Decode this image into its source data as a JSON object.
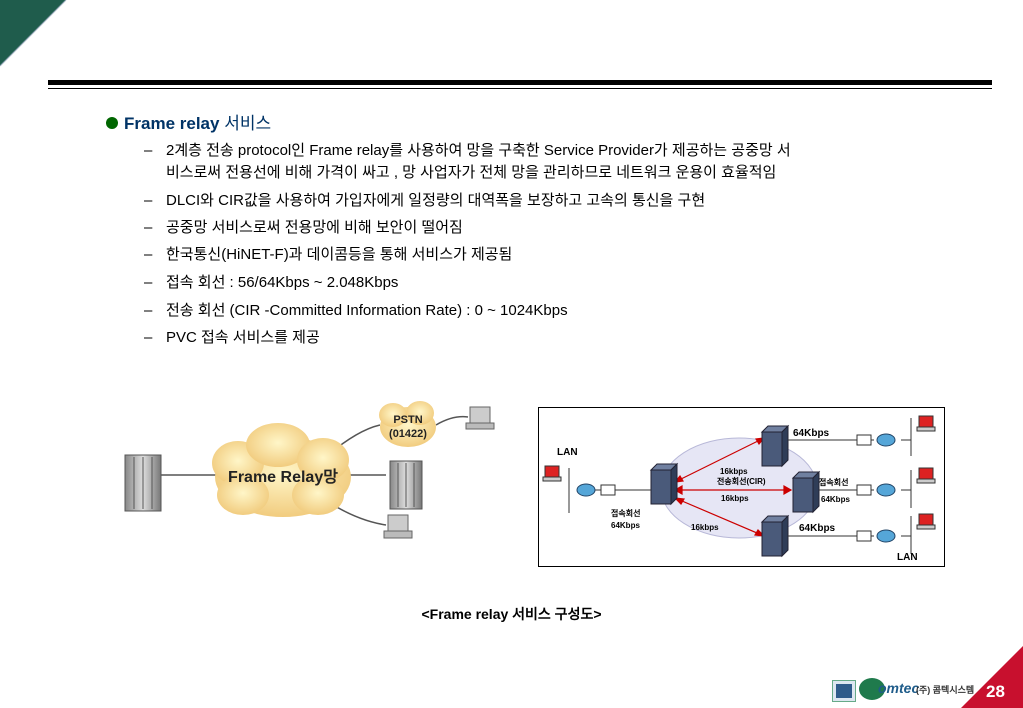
{
  "title": {
    "latin": "Frame relay",
    "korean": "서비스"
  },
  "items": [
    "2계층 전송 protocol인 Frame relay를 사용하여 망을 구축한 Service Provider가 제공하는 공중망 서",
    "비스로써 전용선에 비해 가격이 싸고 , 망 사업자가 전체 망을 관리하므로 네트워크 운용이 효율적임",
    "DLCI와 CIR값을 사용하여 가입자에게 일정량의 대역폭을 보장하고 고속의 통신을 구현",
    "공중망 서비스로써 전용망에 비해 보안이 떨어짐",
    "한국통신(HiNET-F)과 데이콤등을 통해 서비스가 제공됨",
    "접속 회선 : 56/64Kbps ~ 2.048Kbps",
    "전송 회선 (CIR -Committed Information Rate) : 0 ~ 1024Kbps",
    "PVC 접속 서비스를 제공"
  ],
  "dash": "–",
  "left_diagram": {
    "cloud_label": "Frame Relay망",
    "pstn_label": "PSTN",
    "pstn_number": "(01422)"
  },
  "right_diagram": {
    "lan_left": "LAN",
    "lan_right": "LAN",
    "top_rate": "64Kbps",
    "mid_rate_right": "64Kbps",
    "bottom_rate": "64Kbps",
    "cir_speed_top": "16kbps",
    "cir_label": "전송회선(CIR)",
    "cir_speed_mid": "16kbps",
    "cir_speed_bottom": "16kbps",
    "access_left": "접속회선",
    "access_left_rate": "64Kbps",
    "access_right": "접속회선"
  },
  "caption": "<Frame relay 서비스 구성도>",
  "footer": {
    "company_logo": "omtec",
    "company_name": "(주) 콤텍시스템",
    "page_number": "28"
  },
  "colors": {
    "corner_green": "#1f5c4c",
    "accent_red": "#c8102e",
    "title_navy": "#003366",
    "bullet_green": "#006600"
  }
}
